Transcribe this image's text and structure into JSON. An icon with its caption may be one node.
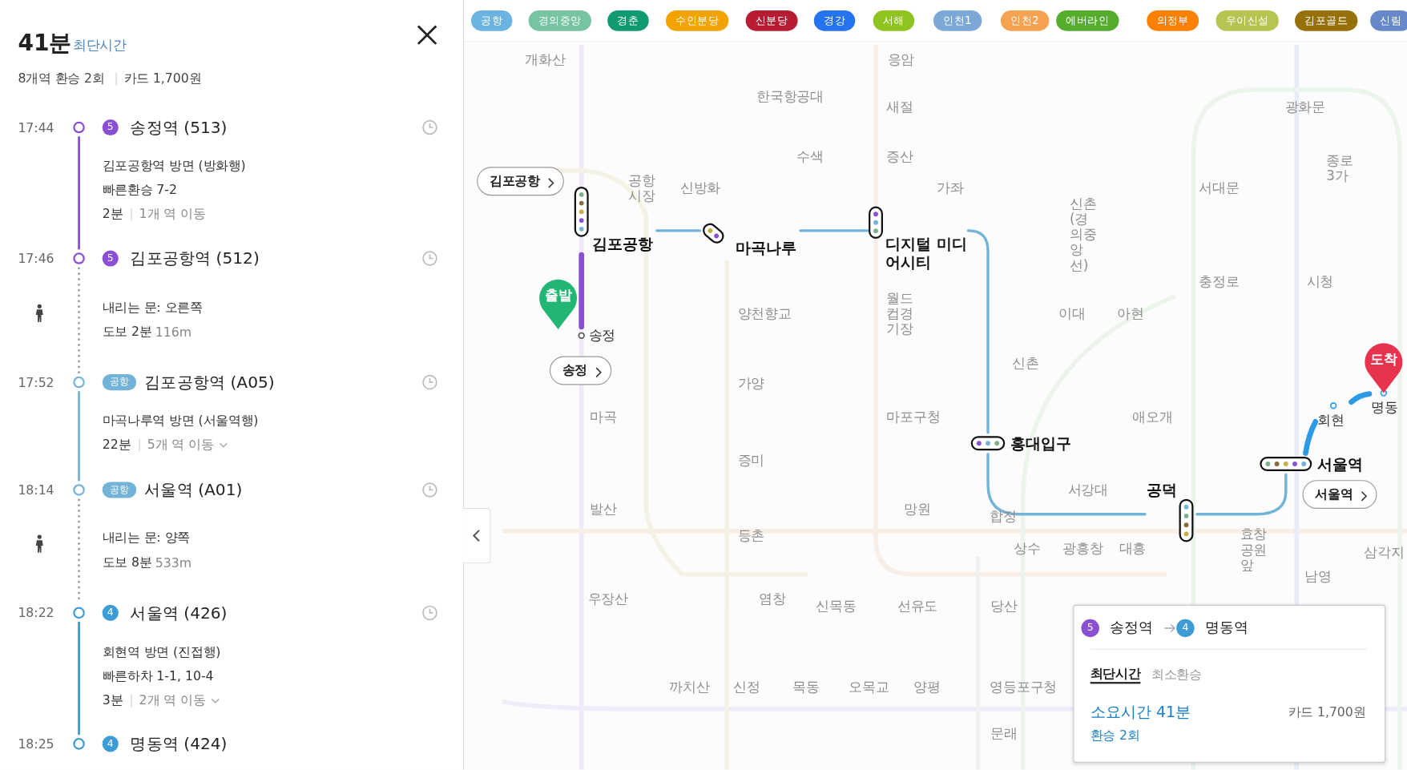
{
  "diagram": {
    "nodes": [
      {
        "text": [
          "5",
          "송정역 (513)"
        ],
        "beside": [
          "17:44"
        ]
      },
      {
        "text": [
          "5",
          "김포공항역 (512)"
        ],
        "beside": [
          "17:46"
        ]
      },
      {
        "text": [
          "공항",
          "김포공항역 (A05)"
        ],
        "beside": [
          "17:52"
        ]
      },
      {
        "text": [
          "공항",
          "서울역 (A01)"
        ],
        "beside": [
          "18:14"
        ]
      },
      {
        "text": [
          "4",
          "서울역 (426)"
        ],
        "beside": [
          "18:22"
        ]
      },
      {
        "text": [
          "4",
          "명동역 (424)"
        ],
        "beside": [
          "18:25"
        ]
      },
      {
        "text": [
          "송정"
        ]
      },
      {
        "text": [
          "김포공항"
        ]
      },
      {
        "text": [
          "마곡나루"
        ]
      },
      {
        "text": [
          "디지털 미디어시티"
        ]
      },
      {
        "text": [
          "홍대입구"
        ]
      },
      {
        "text": [
          "공덕"
        ]
      },
      {
        "text": [
          "서울역"
        ]
      },
      {
        "text": [
          "회현"
        ]
      },
      {
        "text": [
          "명동"
        ]
      },
      {
        "text": [
          "출발"
        ]
      },
      {
        "text": [
          "도착"
        ]
      },
      {
        "text": [
          "5",
          "송정역",
          "4",
          "명동역",
          "최단시간",
          "최소환승",
          "소요시간 41분",
          "카드 1,700원",
          "환승 2회"
        ]
      }
    ],
    "edges": [
      {
        "from": 0,
        "to": 1,
        "arrow": "none",
        "color": "#8a4fd3"
      },
      {
        "from": 1,
        "to": 2,
        "arrow": "none",
        "style": "dashed",
        "color": "#9a9a9a"
      },
      {
        "from": 2,
        "to": 3,
        "arrow": "none",
        "color": "#73b3d8"
      },
      {
        "from": 3,
        "to": 4,
        "arrow": "none",
        "style": "dashed",
        "color": "#9a9a9a"
      },
      {
        "from": 4,
        "to": 5,
        "arrow": "none",
        "color": "#3d9bd6"
      },
      {
        "from": 6,
        "to": 7,
        "arrow": "none",
        "style": "thick",
        "color": "#8a4fd3"
      },
      {
        "from": 7,
        "to": 8,
        "arrow": "none",
        "color": "#73b3d8"
      },
      {
        "from": 8,
        "to": 9,
        "arrow": "none",
        "color": "#73b3d8"
      },
      {
        "from": 9,
        "to": 10,
        "arrow": "none",
        "color": "#73b3d8"
      },
      {
        "from": 10,
        "to": 11,
        "arrow": "none",
        "color": "#73b3d8"
      },
      {
        "from": 11,
        "to": 12,
        "arrow": "none",
        "color": "#73b3d8"
      },
      {
        "from": 12,
        "to": 13,
        "arrow": "none",
        "style": "thick",
        "color": "#2b9be6"
      },
      {
        "from": 13,
        "to": 14,
        "arrow": "none",
        "style": "thick",
        "color": "#2b9be6"
      }
    ],
    "labels": [
      "41분",
      "최단시간",
      "8개역 환승 2회",
      "카드 1,700원",
      "김포공항역 방면 (방화행)",
      "빠른환승 7-2",
      "2분",
      "1개 역 이동",
      "내리는 문: 오른쪽",
      "도보 2분",
      "116m",
      "마곡나루역 방면 (서울역행)",
      "22분",
      "5개 역 이동",
      "내리는 문: 양쪽",
      "도보 8분",
      "533m",
      "회현역 방면 (진접행)",
      "빠른하차 1-1, 10-4",
      "3분",
      "2개 역 이동",
      "공항",
      "경의중앙",
      "경춘",
      "수인분당",
      "신분당",
      "경강",
      "서해",
      "인천1",
      "인천2",
      "에버라인",
      "의정부",
      "우이신설",
      "김포골드",
      "신림",
      "김포공항",
      "송정",
      "서울역",
      "개화산",
      "응암",
      "한국항공대",
      "새절",
      "광화문",
      "수색",
      "증산",
      "종로3가",
      "공항시장",
      "신방화",
      "가좌",
      "서대문",
      "신촌 (경의중앙선)",
      "충정로",
      "시청",
      "양천향교",
      "월드컵경기장",
      "이대",
      "아현",
      "신촌",
      "가양",
      "마곡",
      "마포구청",
      "애오개",
      "증미",
      "서강대",
      "발산",
      "망원",
      "합정",
      "등촌",
      "상수",
      "광흥창",
      "대흥",
      "효창공원앞",
      "삼각지",
      "남영",
      "우장산",
      "염창",
      "신목동",
      "선유도",
      "당산",
      "까치산",
      "신정",
      "목동",
      "오목교",
      "양평",
      "영등포구청",
      "문래"
    ]
  }
}
